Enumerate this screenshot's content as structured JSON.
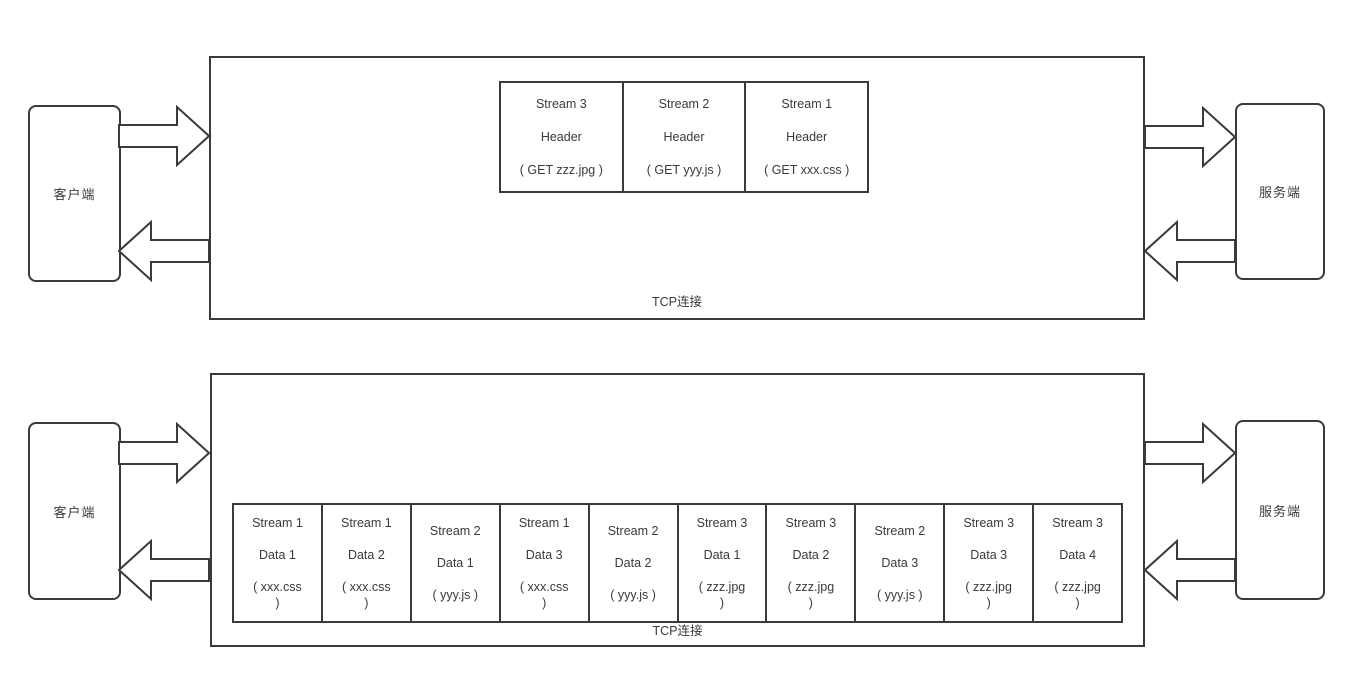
{
  "colors": {
    "line": "#3a3a3a",
    "text": "#3a3a3a",
    "background": "#ffffff"
  },
  "icons": {
    "request_arrow": "block-arrow-right",
    "response_arrow": "block-arrow-left"
  },
  "diagram_top": {
    "client_label": "客户端",
    "server_label": "服务端",
    "tcp_label": "TCP连接",
    "frames": [
      {
        "stream": "Stream 3",
        "kind": "Header",
        "payload": "( GET zzz.jpg )"
      },
      {
        "stream": "Stream 2",
        "kind": "Header",
        "payload": "( GET yyy.js )"
      },
      {
        "stream": "Stream 1",
        "kind": "Header",
        "payload": "( GET xxx.css )"
      }
    ]
  },
  "diagram_bottom": {
    "client_label": "客户端",
    "server_label": "服务端",
    "tcp_label": "TCP连接",
    "frames": [
      {
        "stream": "Stream 1",
        "kind": "Data 1",
        "payload": "( xxx.css )"
      },
      {
        "stream": "Stream 1",
        "kind": "Data 2",
        "payload": "( xxx.css )"
      },
      {
        "stream": "Stream 2",
        "kind": "Data 1",
        "payload": "( yyy.js )"
      },
      {
        "stream": "Stream 1",
        "kind": "Data 3",
        "payload": "( xxx.css )"
      },
      {
        "stream": "Stream 2",
        "kind": "Data 2",
        "payload": "( yyy.js )"
      },
      {
        "stream": "Stream 3",
        "kind": "Data 1",
        "payload": "( zzz.jpg )"
      },
      {
        "stream": "Stream 3",
        "kind": "Data 2",
        "payload": "( zzz.jpg )"
      },
      {
        "stream": "Stream 2",
        "kind": "Data 3",
        "payload": "( yyy.js )"
      },
      {
        "stream": "Stream 3",
        "kind": "Data 3",
        "payload": "( zzz.jpg )"
      },
      {
        "stream": "Stream 3",
        "kind": "Data 4",
        "payload": "( zzz.jpg )"
      }
    ]
  }
}
